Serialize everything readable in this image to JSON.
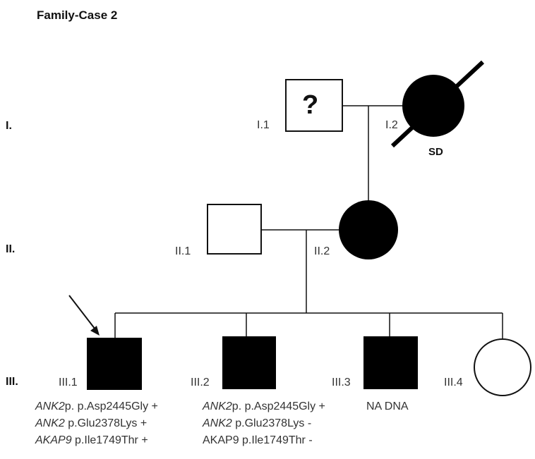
{
  "title": "Family-Case 2",
  "generations": [
    "I.",
    "II.",
    "III."
  ],
  "individuals": {
    "I_1": {
      "label": "I.1",
      "sex": "male",
      "affected": false,
      "status_mark": "?"
    },
    "I_2": {
      "label": "I.2",
      "sex": "female",
      "affected": true,
      "deceased": true,
      "note": "SD"
    },
    "II_1": {
      "label": "II.1",
      "sex": "male",
      "affected": false
    },
    "II_2": {
      "label": "II.2",
      "sex": "female",
      "affected": true
    },
    "III_1": {
      "label": "III.1",
      "sex": "male",
      "affected": true,
      "proband": true
    },
    "III_2": {
      "label": "III.2",
      "sex": "male",
      "affected": true
    },
    "III_3": {
      "label": "III.3",
      "sex": "male",
      "affected": true
    },
    "III_4": {
      "label": "III.4",
      "sex": "female",
      "affected": false
    }
  },
  "variants": {
    "III_1": [
      {
        "gene": "ANK2",
        "text": "p. p.Asp2445Gly +"
      },
      {
        "gene": "ANK2",
        "text": " p.Glu2378Lys +"
      },
      {
        "gene": "AKAP9",
        "text": " p.Ile1749Thr +"
      }
    ],
    "III_2": [
      {
        "gene": "ANK2",
        "text": "p. p.Asp2445Gly +"
      },
      {
        "gene": "ANK2",
        "text": " p.Glu2378Lys -"
      },
      {
        "gene": "",
        "text": "AKAP9 p.Ile1749Thr -"
      }
    ],
    "III_3": "NA DNA"
  },
  "colors": {
    "line": "#111111",
    "affected_fill": "#000000",
    "unaffected_fill": "#ffffff"
  }
}
